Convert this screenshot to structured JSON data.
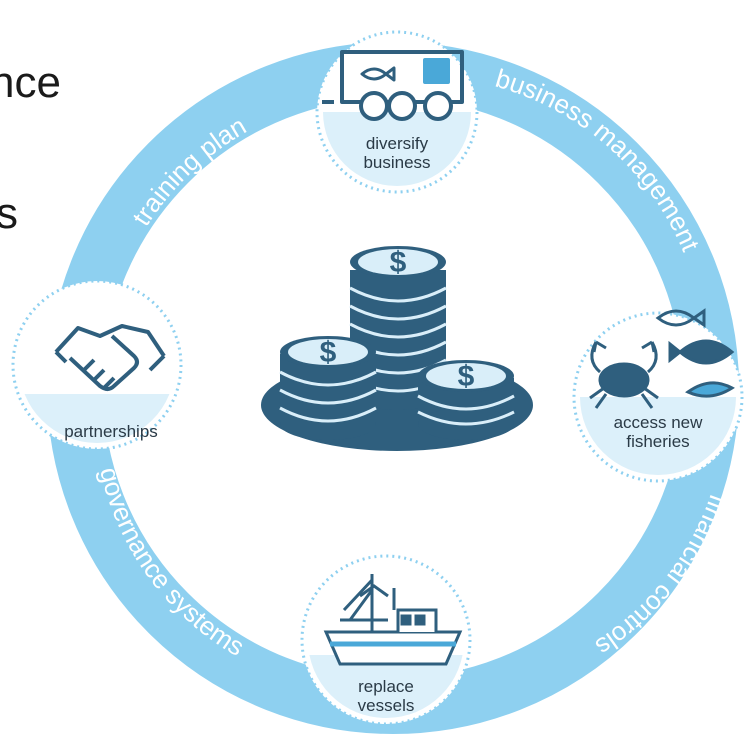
{
  "clipped_text": {
    "line1": "nce",
    "line2": "s"
  },
  "ring_labels": {
    "top_left": "training plan",
    "top_right": "business management",
    "bottom_right": "financial controls",
    "bottom_left": "governance systems"
  },
  "nodes": {
    "top": {
      "line1": "diversify",
      "line2": "business",
      "icon": "truck-icon"
    },
    "right": {
      "line1": "access new",
      "line2": "fisheries",
      "icon": "crab-fish-icon"
    },
    "bottom": {
      "line1": "replace",
      "line2": "vessels",
      "icon": "fishing-boat-icon"
    },
    "left": {
      "line1": "partnerships",
      "icon": "handshake-icon"
    }
  },
  "center": {
    "icon": "coin-stacks-icon",
    "symbol": "$"
  },
  "colors": {
    "ring": "#8ed0f0",
    "node_fill": "#ffffff",
    "node_bottom": "#dcf0fa",
    "node_border": "#8ed0f0",
    "dark": "#2f5f7e",
    "coin_face": "#d9eef9",
    "icon_stroke": "#2f5f7e",
    "accent": "#4aa8d8"
  }
}
